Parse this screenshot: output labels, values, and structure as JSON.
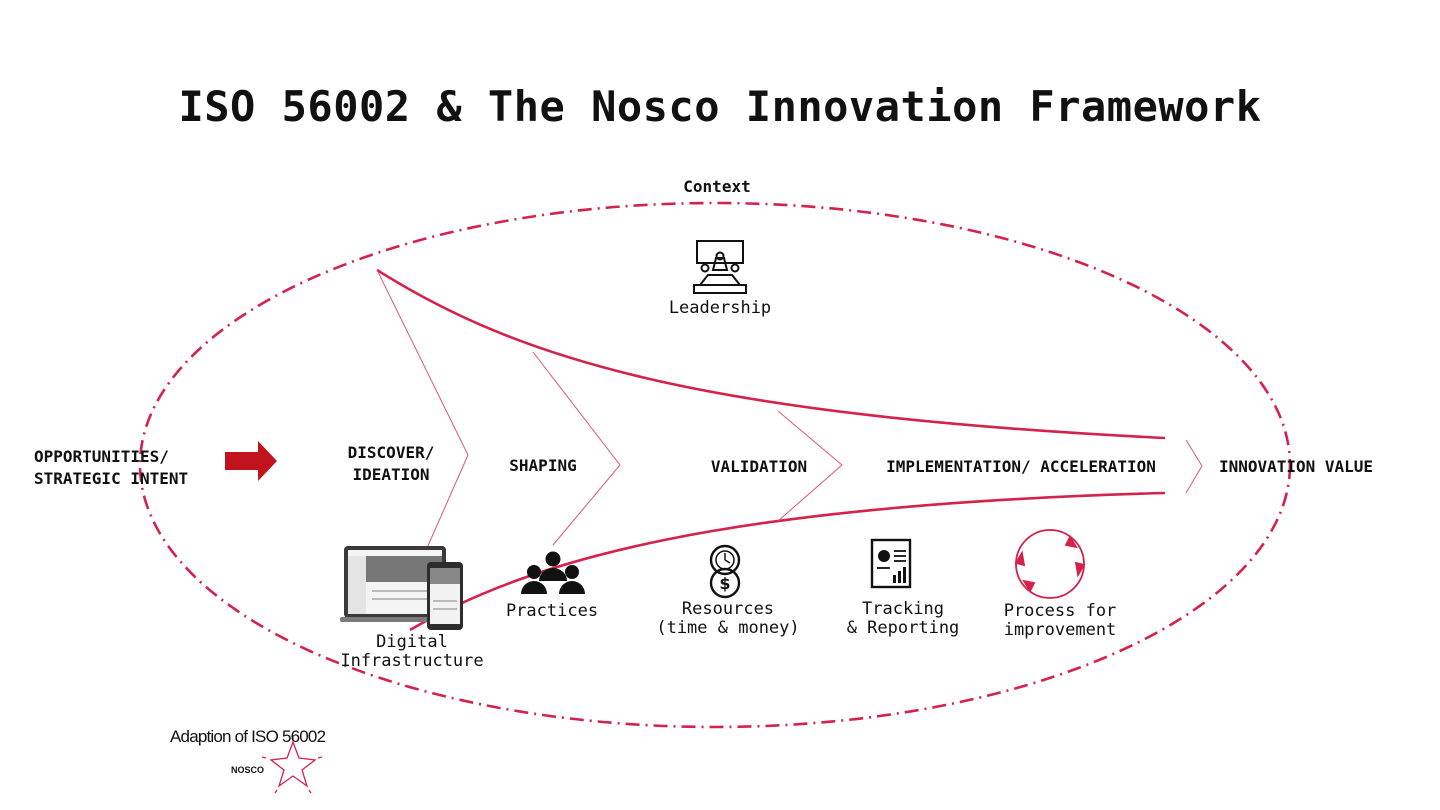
{
  "title": "ISO 56002 & The Nosco Innovation Framework",
  "colors": {
    "accent": "#d4224b",
    "arrow": "#c0131d",
    "text": "#111111"
  },
  "context_label": "Context",
  "input": {
    "line1": "OPPORTUNITIES/",
    "line2": "STRATEGIC INTENT"
  },
  "stages": [
    {
      "line1": "DISCOVER/",
      "line2": "IDEATION"
    },
    {
      "line1": "SHAPING"
    },
    {
      "line1": "VALIDATION"
    },
    {
      "line1": "IMPLEMENTATION/ ACCELERATION"
    }
  ],
  "output": "INNOVATION VALUE",
  "leadership": {
    "label": "Leadership",
    "icon": "leadership-meeting-icon"
  },
  "enablers": [
    {
      "line1": "Digital",
      "line2": "Infrastructure",
      "icon": "devices-screenshot-icon"
    },
    {
      "line1": "Practices",
      "icon": "people-group-icon"
    },
    {
      "line1": "Resources",
      "line2": "(time & money)",
      "icon": "clock-money-icon"
    },
    {
      "line1": "Tracking",
      "line2": "& Reporting",
      "icon": "report-document-icon"
    },
    {
      "line1": "Process for",
      "line2": "improvement",
      "icon": "cycle-arrows-icon"
    }
  ],
  "footer": {
    "note": "Adaption of ISO 56002",
    "brand": "NOSCO",
    "logo_icon": "star-burst-icon"
  }
}
